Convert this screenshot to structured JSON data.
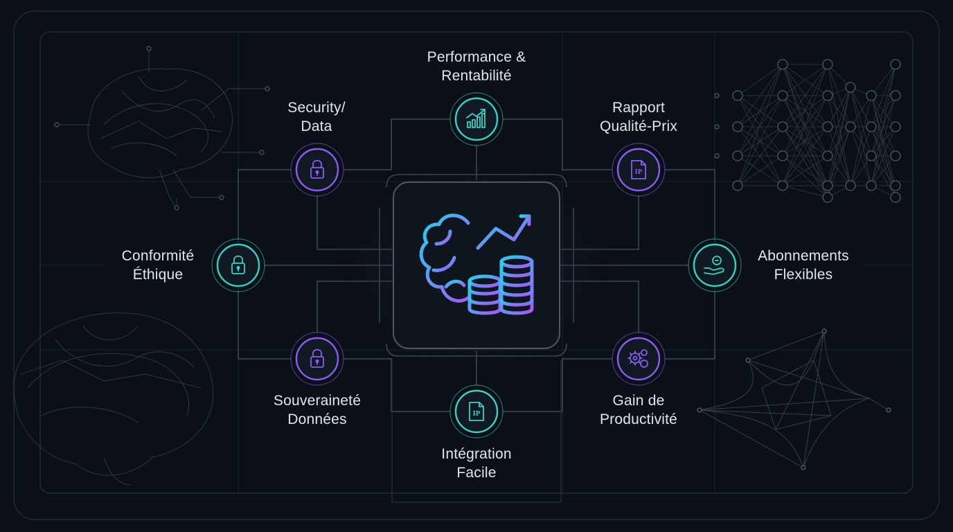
{
  "nodes": [
    {
      "id": "performance",
      "lines": [
        "Performance &",
        "Rentabilité"
      ],
      "icon": "bar-chart-growth-icon",
      "color": "#34d3c8"
    },
    {
      "id": "security",
      "lines": [
        "Security/",
        "Data"
      ],
      "icon": "padlock-icon",
      "color": "#8b5cf6"
    },
    {
      "id": "rapport",
      "lines": [
        "Rapport",
        "Qualité-Prix"
      ],
      "icon": "ip-document-icon",
      "color": "#8b5cf6"
    },
    {
      "id": "conformite",
      "lines": [
        "Conformité",
        "Éthique"
      ],
      "icon": "padlock-icon",
      "color": "#34d3c8"
    },
    {
      "id": "abonnements",
      "lines": [
        "Abonnements",
        "Flexibles"
      ],
      "icon": "hand-coin-icon",
      "color": "#34d3c8"
    },
    {
      "id": "souverainete",
      "lines": [
        "Souveraineté",
        "Données"
      ],
      "icon": "padlock-icon",
      "color": "#8b5cf6"
    },
    {
      "id": "integration",
      "lines": [
        "Intégration",
        "Facile"
      ],
      "icon": "ip-document-icon",
      "color": "#34d3c8"
    },
    {
      "id": "gain",
      "lines": [
        "Gain de",
        "Productivité"
      ],
      "icon": "gears-icon",
      "color": "#8b5cf6"
    }
  ],
  "center": {
    "icon": "brain-chart-coins-icon"
  },
  "colors": {
    "background": "#0b1016",
    "line": "#3a4a55",
    "teal": "#34d3c8",
    "purple": "#8b5cf6"
  }
}
